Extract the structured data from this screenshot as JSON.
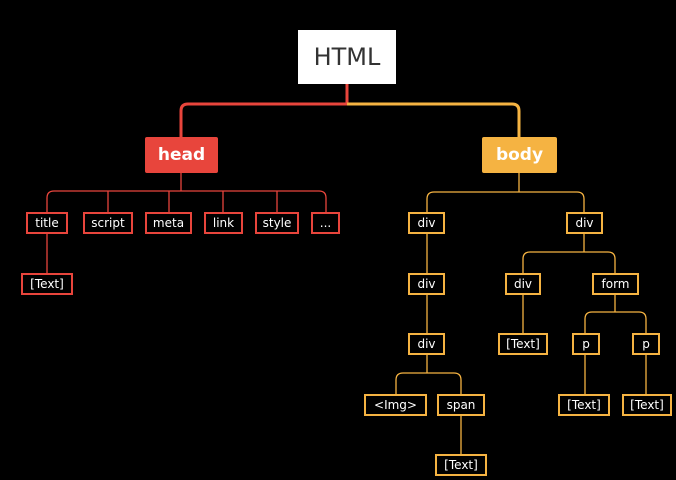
{
  "colors": {
    "head": "#e8453c",
    "body": "#f5b342",
    "root": "#ffffff"
  },
  "tree": {
    "root": "HTML",
    "head": {
      "label": "head",
      "children": [
        "title",
        "script",
        "meta",
        "link",
        "style",
        "..."
      ],
      "title_child": "[Text]"
    },
    "body": {
      "label": "body",
      "left_div": "div",
      "left_div2": "div",
      "left_div3": "div",
      "img": "<Img>",
      "span": "span",
      "span_text": "[Text]",
      "right_div": "div",
      "inner_div": "div",
      "inner_div_text": "[Text]",
      "form": "form",
      "p1": "p",
      "p1_text": "[Text]",
      "p2": "p",
      "p2_text": "[Text]"
    }
  }
}
